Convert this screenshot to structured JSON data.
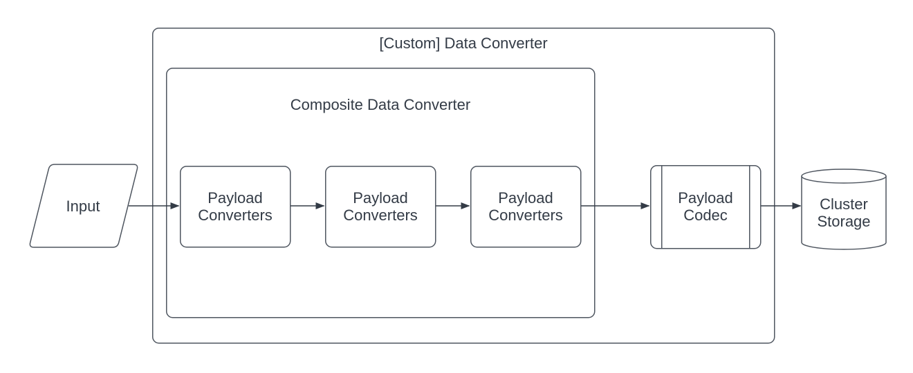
{
  "diagram": {
    "type": "flowchart",
    "colors": {
      "background": "#ffffff",
      "node_fill": "#ffffff",
      "border_stroke": "#4e555f",
      "arrow_stroke": "#333b46",
      "text": "#333b46"
    },
    "groups": {
      "outer": {
        "title": "[Custom] Data Converter"
      },
      "inner": {
        "title": "Composite Data Converter"
      }
    },
    "nodes": {
      "input": {
        "label": "Input",
        "shape": "parallelogram"
      },
      "converter1": {
        "label": "Payload Converters",
        "shape": "rounded-rectangle"
      },
      "converter2": {
        "label": "Payload Converters",
        "shape": "rounded-rectangle"
      },
      "converter3": {
        "label": "Payload Converters",
        "shape": "rounded-rectangle"
      },
      "codec": {
        "label": "Payload Codec",
        "shape": "predefined-process"
      },
      "storage": {
        "label": "Cluster Storage",
        "shape": "cylinder"
      }
    },
    "edges": [
      {
        "from": "input",
        "to": "converter1",
        "style": "arrow"
      },
      {
        "from": "converter1",
        "to": "converter2",
        "style": "arrow"
      },
      {
        "from": "converter2",
        "to": "converter3",
        "style": "arrow"
      },
      {
        "from": "converter3",
        "to": "codec",
        "style": "arrow"
      },
      {
        "from": "codec",
        "to": "storage",
        "style": "arrow"
      }
    ]
  }
}
